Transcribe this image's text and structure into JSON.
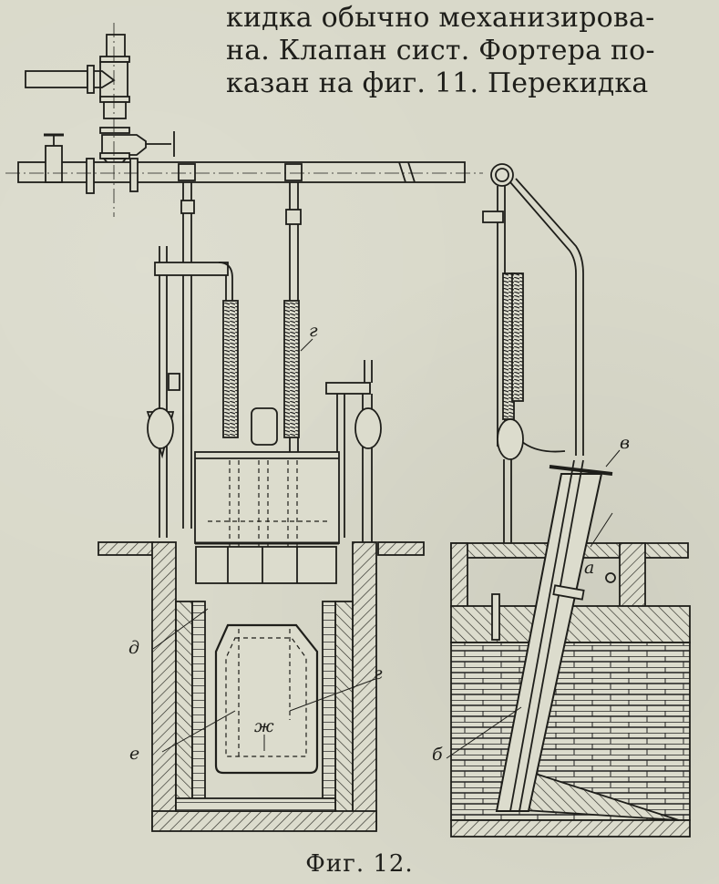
{
  "document": {
    "text_lines": [
      "кидка обычно механизирова-",
      "на. Клапан сист. Фортера по-",
      "казан на фиг. 11. Перекидка"
    ],
    "figure": {
      "caption": "Фиг. 12.",
      "labels": {
        "a": "а",
        "b": "б",
        "v": "в",
        "g_top": "г",
        "g_bottom": "г",
        "d": "д",
        "e": "е",
        "zh": "ж"
      }
    }
  },
  "colors": {
    "paper": "#d9d9ca",
    "ink": "#1e1e1a"
  }
}
